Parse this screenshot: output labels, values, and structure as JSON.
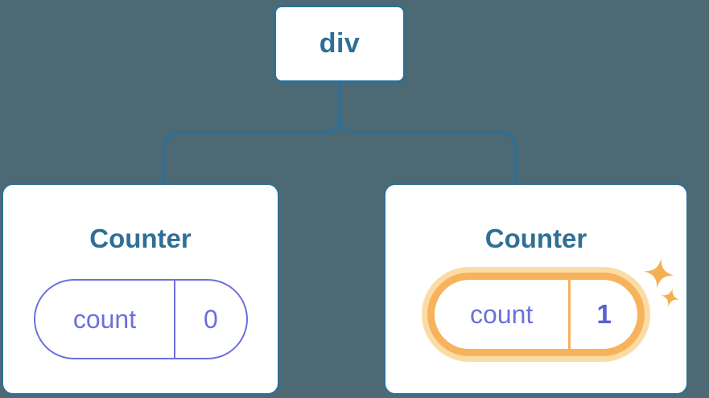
{
  "diagram": {
    "description": "React component tree diagram: a div root node with two Counter children, each holding a count state pill; the second Counter's state was just updated",
    "background_color": "#4d6974",
    "root_node": {
      "label": "div"
    },
    "children": [
      {
        "title": "Counter",
        "state_pill": {
          "label": "count",
          "value": "0"
        },
        "highlighted": false
      },
      {
        "title": "Counter",
        "state_pill": {
          "label": "count",
          "value": "1"
        },
        "highlighted": true
      }
    ],
    "icons": {
      "sparkles": "four-point-star sparkle marking freshly updated state"
    },
    "colors": {
      "node_blue": "#2f6f95",
      "state_purple": "#6b70dd",
      "state_value_bold_purple": "#5a60d0",
      "highlight_orange": "#f6b35c",
      "highlight_glow_orange": "#fcdca6",
      "sparkle_orange": "#f5b054",
      "card_background": "#ffffff"
    }
  }
}
